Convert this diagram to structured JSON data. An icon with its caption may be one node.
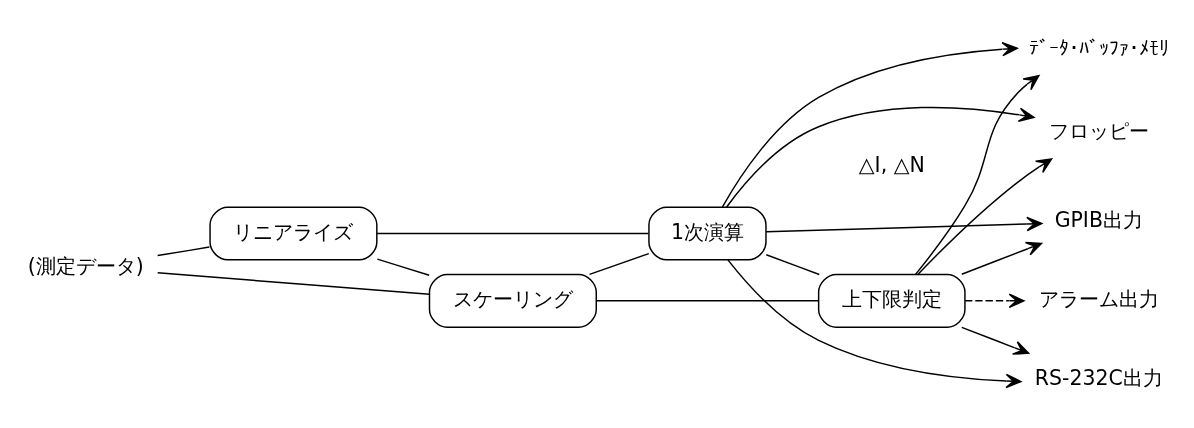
{
  "diagram": {
    "nodes": [
      {
        "text": [
          "(測定データ)"
        ]
      },
      {
        "text": [
          "リニアライズ"
        ]
      },
      {
        "text": [
          "スケーリング"
        ]
      },
      {
        "text": [
          "1次演算"
        ]
      },
      {
        "text": [
          "上下限判定"
        ]
      },
      {
        "text": [
          "GPIB出力"
        ]
      },
      {
        "text": [
          "RS-232C出力"
        ]
      },
      {
        "text": [
          "ﾃﾞｰﾀ･ﾊﾞｯﾌｧ･ﾒﾓﾘ"
        ]
      },
      {
        "text": [
          "フロッピー"
        ]
      },
      {
        "text": [
          "アラーム出力"
        ]
      }
    ],
    "edges": [
      {
        "from": 0,
        "to": 1,
        "arrow": "none"
      },
      {
        "from": 0,
        "to": 2,
        "arrow": "none"
      },
      {
        "from": 1,
        "to": 2,
        "arrow": "none"
      },
      {
        "from": 1,
        "to": 3,
        "arrow": "none"
      },
      {
        "from": 2,
        "to": 3,
        "arrow": "none"
      },
      {
        "from": 2,
        "to": 4,
        "arrow": "none"
      },
      {
        "from": 3,
        "to": 4,
        "arrow": "none"
      },
      {
        "from": 3,
        "to": 5,
        "arrow": "to"
      },
      {
        "from": 3,
        "to": 6,
        "arrow": "to"
      },
      {
        "from": 3,
        "to": 7,
        "arrow": "to"
      },
      {
        "from": 3,
        "to": 8,
        "arrow": "to"
      },
      {
        "from": 4,
        "to": 5,
        "arrow": "to"
      },
      {
        "from": 4,
        "to": 6,
        "arrow": "to"
      },
      {
        "from": 4,
        "to": 7,
        "arrow": "to"
      },
      {
        "from": 4,
        "to": 8,
        "arrow": "to"
      },
      {
        "from": 4,
        "to": 9,
        "arrow": "to",
        "style": "dashed"
      }
    ],
    "labels": [
      "△I, △N"
    ]
  }
}
